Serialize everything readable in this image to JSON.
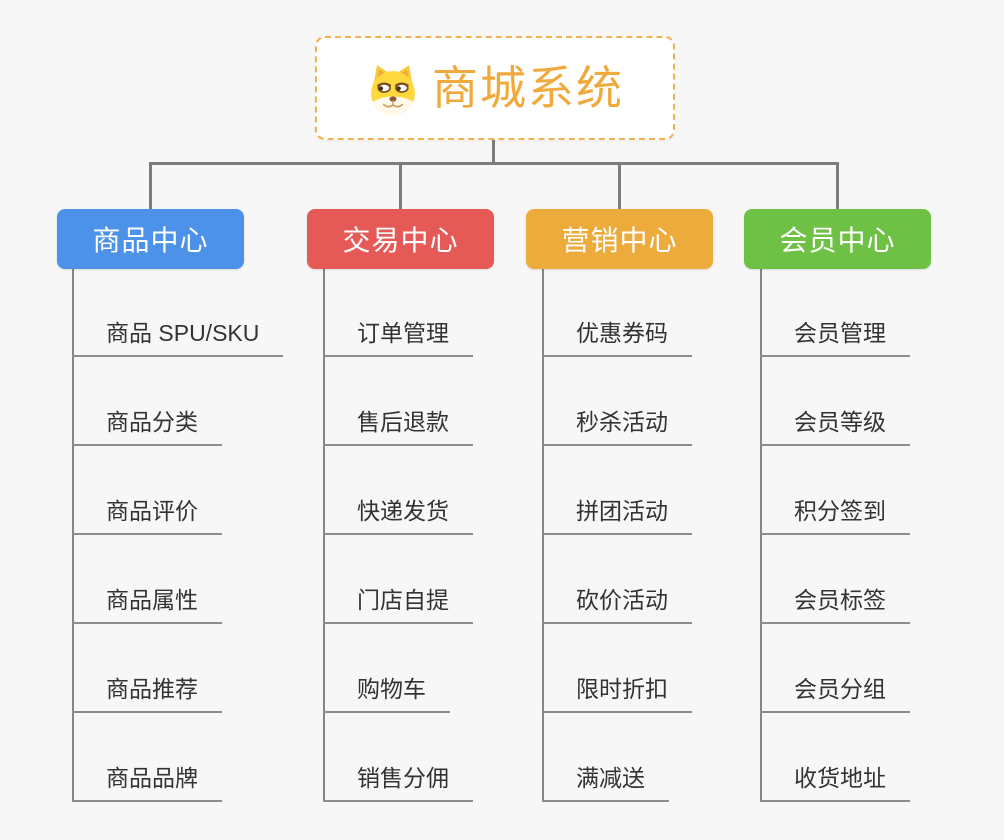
{
  "canvas": {
    "background": "#f7f7f7",
    "connector_color": "#7d7d7d",
    "underline_color": "#8d8d8d"
  },
  "root": {
    "title": "商城系统",
    "icon": "shiba-dog-icon",
    "title_color": "#f0a93c",
    "border_color": "#f3b152"
  },
  "branches": [
    {
      "label": "商品中心",
      "color": "#4b92e8",
      "children": [
        {
          "label": "商品 SPU/SKU"
        },
        {
          "label": "商品分类"
        },
        {
          "label": "商品评价"
        },
        {
          "label": "商品属性"
        },
        {
          "label": "商品推荐"
        },
        {
          "label": "商品品牌"
        }
      ]
    },
    {
      "label": "交易中心",
      "color": "#e55a56",
      "children": [
        {
          "label": "订单管理"
        },
        {
          "label": "售后退款"
        },
        {
          "label": "快递发货"
        },
        {
          "label": "门店自提"
        },
        {
          "label": "购物车"
        },
        {
          "label": "销售分佣"
        }
      ]
    },
    {
      "label": "营销中心",
      "color": "#ecab3a",
      "children": [
        {
          "label": "优惠券码"
        },
        {
          "label": "秒杀活动"
        },
        {
          "label": "拼团活动"
        },
        {
          "label": "砍价活动"
        },
        {
          "label": "限时折扣"
        },
        {
          "label": "满减送"
        }
      ]
    },
    {
      "label": "会员中心",
      "color": "#6fc145",
      "children": [
        {
          "label": "会员管理"
        },
        {
          "label": "会员等级"
        },
        {
          "label": "积分签到"
        },
        {
          "label": "会员标签"
        },
        {
          "label": "会员分组"
        },
        {
          "label": "收货地址"
        }
      ]
    }
  ]
}
